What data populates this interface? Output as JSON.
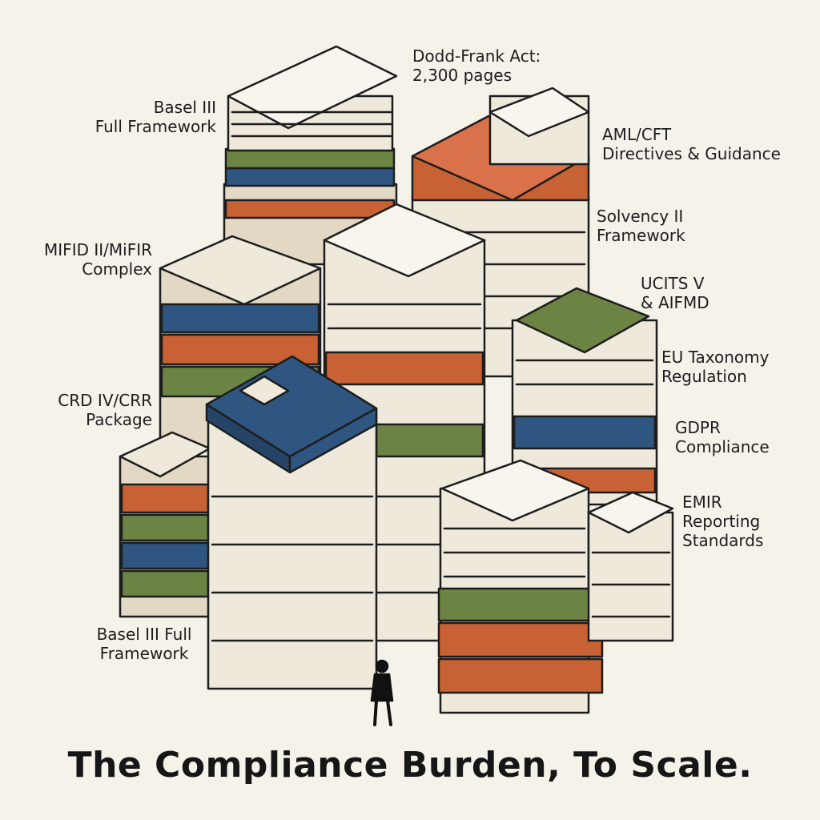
{
  "title": "The Compliance Burden, To Scale.",
  "labels": {
    "basel_top": [
      "Basel III",
      "Full Framework"
    ],
    "dodd_frank": [
      "Dodd-Frank Act:",
      "2,300 pages"
    ],
    "aml": [
      "AML/CFT",
      "Directives & Guidance"
    ],
    "solvency": [
      "Solvency II",
      "Framework"
    ],
    "mifid": [
      "MIFID II/MiFIR",
      "Complex"
    ],
    "ucits": [
      "UCITS V",
      "& AIFMD"
    ],
    "taxonomy": [
      "EU Taxonomy",
      "Regulation"
    ],
    "crd": [
      "CRD IV/CRR",
      "Package"
    ],
    "gdpr": [
      "GDPR",
      "Compliance"
    ],
    "emir": [
      "EMIR",
      "Reporting",
      "Standards"
    ],
    "basel_bottom": [
      "Basel III Full",
      "Framework"
    ]
  },
  "colors": {
    "background": "#f5f2ea",
    "paper": "#efe9dc",
    "paper_side": "#e2d8c4",
    "ink": "#1d1d1d",
    "binder_blue": "#2f5680",
    "binder_green": "#6b8444",
    "binder_orange": "#c86133"
  }
}
